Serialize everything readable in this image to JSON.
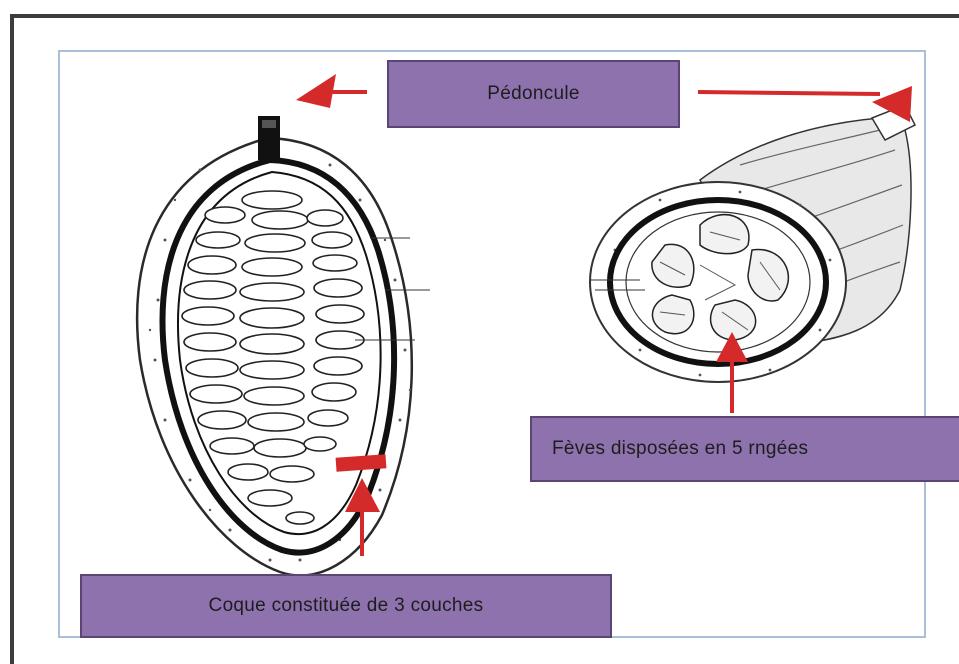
{
  "labels": {
    "pedoncule": "Pédoncule",
    "feves": "Fèves disposées en 5 rngées",
    "coque": "Coque constituée de 3 couches"
  },
  "colors": {
    "label_fill": "#8e72ad",
    "arrow": "#d42a2a",
    "frame": "#a9bfdc"
  }
}
